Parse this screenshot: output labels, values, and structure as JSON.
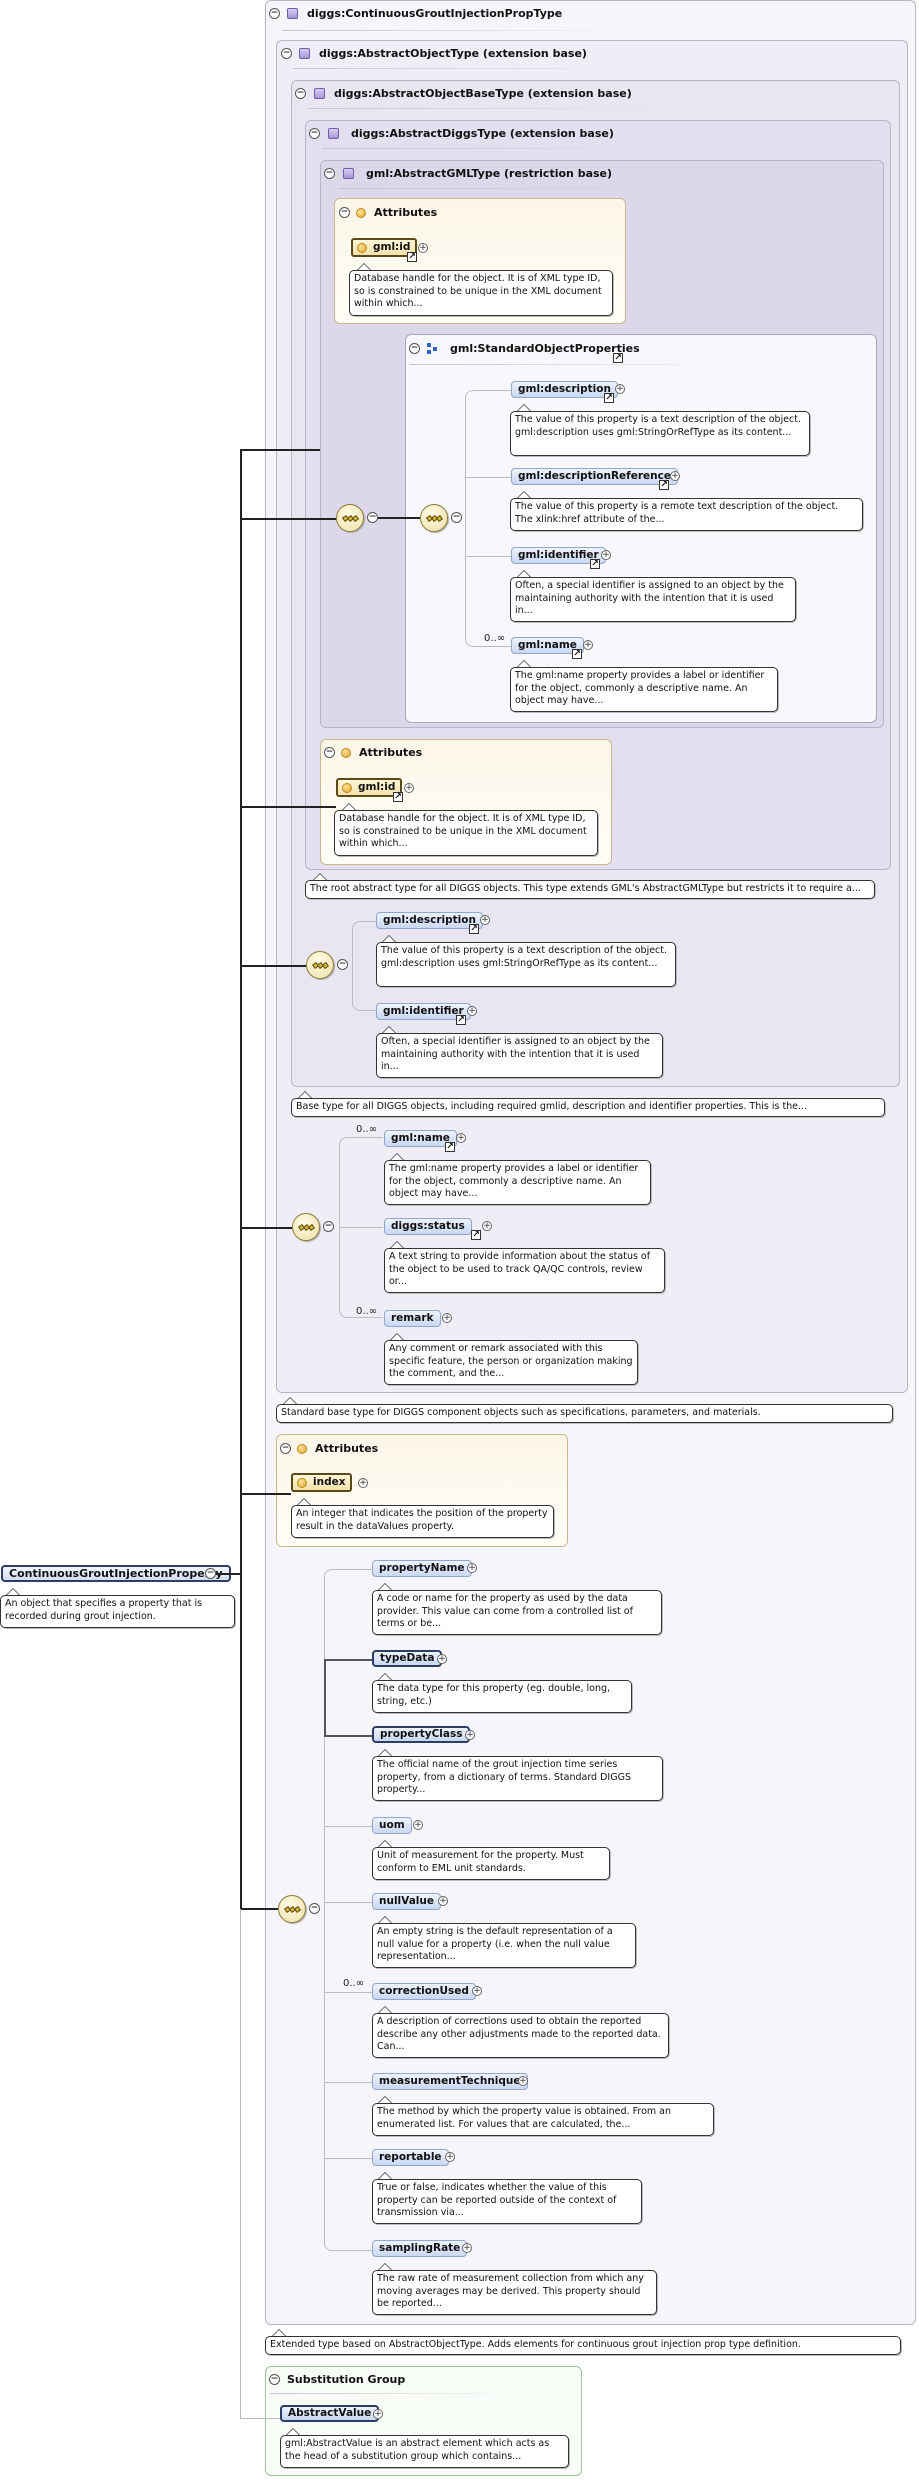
{
  "root": {
    "name": "ContinuousGroutInjectionProperty",
    "note": "An object that specifies a property that is recorded during grout injection."
  },
  "types": {
    "prop_type": "diggs:ContinuousGroutInjectionPropType",
    "abstract_object": "diggs:AbstractObjectType (extension base)",
    "abstract_object_base": "diggs:AbstractObjectBaseType (extension base)",
    "abstract_diggs": "diggs:AbstractDiggsType (extension base)",
    "abstract_gml": "gml:AbstractGMLType (restriction base)"
  },
  "attributes_label": "Attributes",
  "gml_attrs": {
    "gml_id": "gml:id",
    "gml_id_note": "Database handle for the object. It is of XML type ID, so is constrained to be unique in the XML document within which..."
  },
  "standard_props": {
    "group": "gml:StandardObjectProperties",
    "occurs": "0..∞",
    "items": [
      {
        "name": "gml:description",
        "note": "The value of this property is a text description of the object. gml:description uses gml:StringOrRefType as its content..."
      },
      {
        "name": "gml:descriptionReference",
        "note": "The value of this property is a remote text description of the object. The xlink:href attribute of the..."
      },
      {
        "name": "gml:identifier",
        "note": "Often, a special identifier is assigned to an object by the maintaining authority with the intention that it is used in..."
      },
      {
        "name": "gml:name",
        "note": "The gml:name property provides a label or identifier for the object, commonly a descriptive name. An object may have..."
      }
    ]
  },
  "diggs_attrs": {
    "gml_id": "gml:id",
    "gml_id_note": "Database handle for the object. It is of XML type ID, so is constrained to be unique in the XML document within which..."
  },
  "diggs_type_note": "The root abstract type for all DIGGS objects. This type extends GML's AbstractGMLType but restricts it to require a...",
  "base_seq": [
    {
      "name": "gml:description",
      "note": "The value of this property is a text description of the object. gml:description uses gml:StringOrRefType as its content..."
    },
    {
      "name": "gml:identifier",
      "note": "Often, a special identifier is assigned to an object by the maintaining authority with the intention that it is used in..."
    }
  ],
  "base_type_note": "Base type for all DIGGS objects, including required gmlid, description and identifier properties. This is the...",
  "object_seq": {
    "occurs_a": "0..∞",
    "occurs_b": "0..∞",
    "items": [
      {
        "name": "gml:name",
        "note": "The gml:name property provides a label or identifier for the object, commonly a descriptive name. An object may have..."
      },
      {
        "name": "diggs:status",
        "note": "A text string to provide information about the status of the object to be used to track QA/QC controls, review or..."
      },
      {
        "name": "remark",
        "note": "Any comment or remark associated with this specific feature, the person or organization making the comment, and the..."
      }
    ]
  },
  "object_type_note": "Standard base type for DIGGS component objects such as specifications, parameters, and materials.",
  "prop_attrs": {
    "index": "index",
    "index_note": "An integer that indicates the position of the property result in the dataValues property."
  },
  "prop_seq": {
    "occurs": "0..∞",
    "items": [
      {
        "name": "propertyName",
        "note": "A code or name for the property as used by the data provider. This value can come from a controlled list of terms or be..."
      },
      {
        "name": "typeData",
        "note": "The data type for this property (eg. double, long, string, etc.)"
      },
      {
        "name": "propertyClass",
        "note": "The official name of the grout injection time series property, from a dictionary of terms. Standard DIGGS property..."
      },
      {
        "name": "uom",
        "note": "Unit of measurement for the property. Must conform to EML unit standards."
      },
      {
        "name": "nullValue",
        "note": "An empty string is the default representation of a null value for a property (i.e. when the null value representation..."
      },
      {
        "name": "correctionUsed",
        "note": "A description of corrections used to obtain the reported describe any other adjustments made to the reported data. Can..."
      },
      {
        "name": "measurementTechnique",
        "note": "The method by which the property value is obtained. From an enumerated list. For values that are calculated, the..."
      },
      {
        "name": "reportable",
        "note": "True or false, indicates whether the value of this property can be reported outside of the context of transmission via..."
      },
      {
        "name": "samplingRate",
        "note": "The raw rate of measurement collection from which any moving averages may be derived. This property should be reported..."
      }
    ]
  },
  "prop_type_note": "Extended type based on AbstractObjectType. Adds elements for continuous grout injection prop type definition.",
  "substitution": {
    "label": "Substitution Group",
    "name": "AbstractValue",
    "note": "gml:AbstractValue is an abstract element which acts as the head of a substitution group which contains..."
  }
}
